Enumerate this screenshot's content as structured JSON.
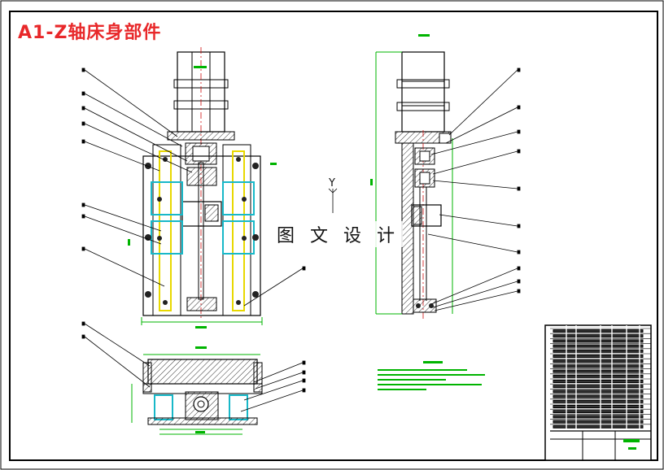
{
  "drawing": {
    "title": "A1-Z轴床身部件",
    "watermark": "图 文 设 计",
    "axis_label": "Y"
  },
  "colors": {
    "frame": "#000000",
    "title_red": "#e8282a",
    "dim_green": "#00b400",
    "hatch_cyan": "#18b8c8",
    "part_yellow": "#e8d800",
    "center_red": "#d01010"
  }
}
